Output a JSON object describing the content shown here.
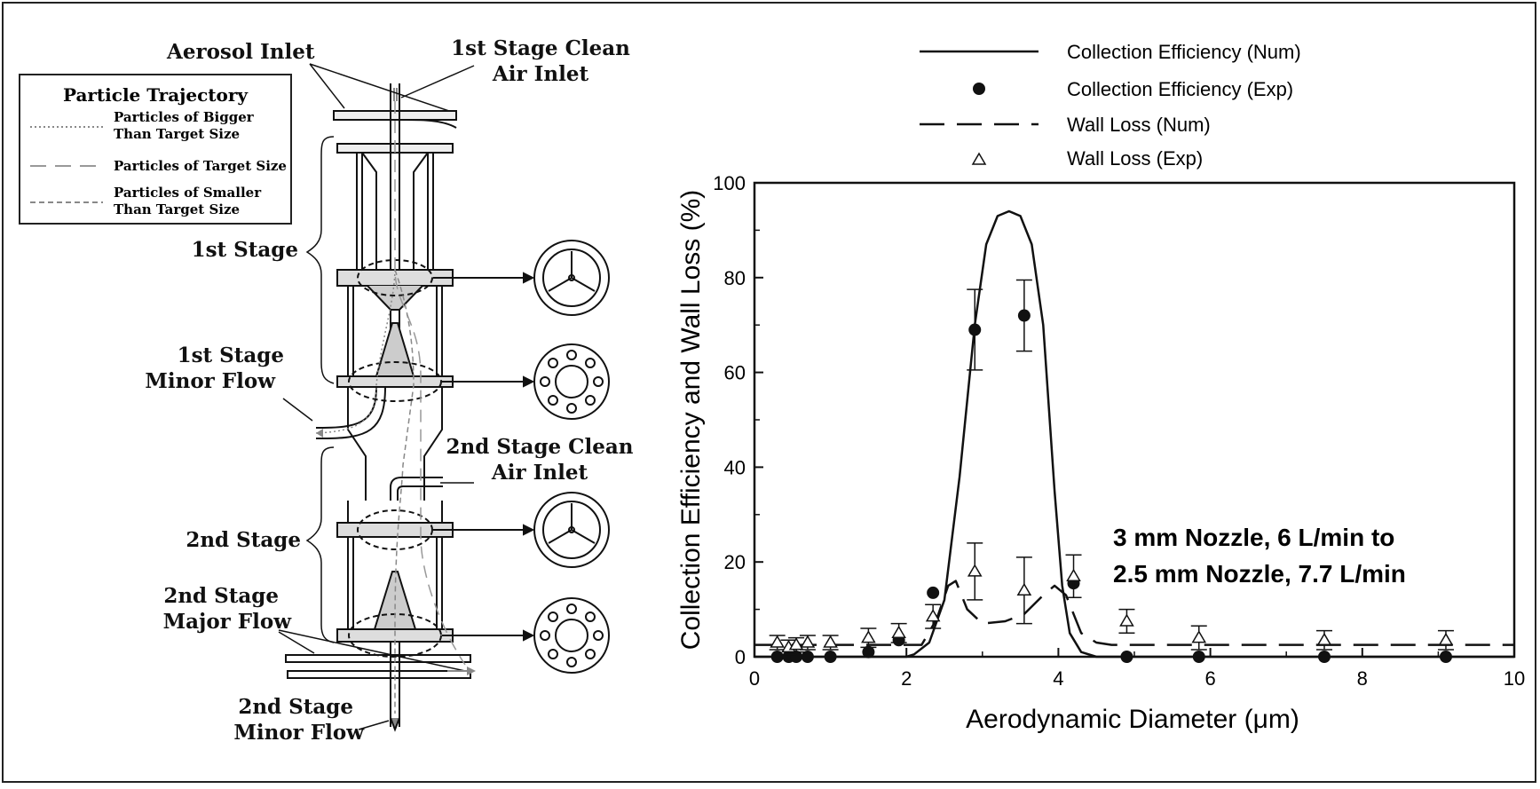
{
  "diagram": {
    "labels": {
      "aerosol_inlet": "Aerosol Inlet",
      "stage1_clean_air_1": "1st Stage Clean",
      "stage1_clean_air_2": "Air Inlet",
      "stage1": "1st Stage",
      "stage1_minor_1": "1st Stage",
      "stage1_minor_2": "Minor Flow",
      "stage2_clean_air_1": "2nd Stage Clean",
      "stage2_clean_air_2": "Air Inlet",
      "stage2": "2nd Stage",
      "stage2_major_1": "2nd Stage",
      "stage2_major_2": "Major Flow",
      "stage2_minor_1": "2nd Stage",
      "stage2_minor_2": "Minor Flow"
    },
    "legend": {
      "title": "Particle Trajectory",
      "bigger_1": "Particles of Bigger",
      "bigger_2": "Than Target Size",
      "target": "Particles of Target Size",
      "smaller_1": "Particles of Smaller",
      "smaller_2": "Than Target Size"
    },
    "icons": [
      "three-spoke-plate-icon",
      "ring-of-holes-plate-icon",
      "three-spoke-plate-icon",
      "ring-of-holes-plate-icon"
    ]
  },
  "chart_data": {
    "type": "line",
    "xlabel": "Aerodynamic Diameter (μm)",
    "ylabel": "Collection Efficiency and Wall Loss (%)",
    "xlim": [
      0,
      10
    ],
    "ylim": [
      0,
      100
    ],
    "x_ticks": [
      "0",
      "2",
      "4",
      "6",
      "8",
      "10"
    ],
    "y_ticks": [
      "0",
      "20",
      "40",
      "60",
      "80",
      "100"
    ],
    "annotation_line1": "3 mm Nozzle, 6 L/min to",
    "annotation_line2": "2.5 mm Nozzle, 7.7 L/min",
    "legend_placement": "top",
    "legend": {
      "num_eff": "Collection Efficiency (Num)",
      "exp_eff": "Collection Efficiency (Exp)",
      "num_wall": "Wall Loss (Num)",
      "exp_wall": "Wall Loss (Exp)"
    },
    "series": [
      {
        "name": "Collection Efficiency (Num)",
        "style": "solid-line",
        "points": [
          [
            0,
            0
          ],
          [
            2.0,
            0
          ],
          [
            2.1,
            0.5
          ],
          [
            2.3,
            3
          ],
          [
            2.5,
            12
          ],
          [
            2.7,
            38
          ],
          [
            2.9,
            70
          ],
          [
            3.05,
            87
          ],
          [
            3.2,
            93
          ],
          [
            3.35,
            94
          ],
          [
            3.5,
            93
          ],
          [
            3.65,
            87
          ],
          [
            3.8,
            70
          ],
          [
            3.95,
            35
          ],
          [
            4.05,
            15
          ],
          [
            4.15,
            5
          ],
          [
            4.3,
            1
          ],
          [
            4.5,
            0
          ],
          [
            10,
            0
          ]
        ]
      },
      {
        "name": "Collection Efficiency (Exp)",
        "style": "filled-circle",
        "points": [
          [
            0.3,
            0,
            0
          ],
          [
            0.45,
            0,
            0
          ],
          [
            0.55,
            0,
            0
          ],
          [
            0.7,
            0,
            0
          ],
          [
            1.0,
            0,
            0
          ],
          [
            1.5,
            1,
            0
          ],
          [
            1.9,
            3.5,
            0
          ],
          [
            2.35,
            13.5,
            0
          ],
          [
            2.9,
            69,
            8.5
          ],
          [
            3.55,
            72,
            7.5
          ],
          [
            4.2,
            15.5,
            0
          ],
          [
            4.9,
            0,
            0
          ],
          [
            5.85,
            0,
            0
          ],
          [
            7.5,
            0,
            0
          ],
          [
            9.1,
            0,
            0
          ]
        ]
      },
      {
        "name": "Wall Loss (Num)",
        "style": "dashed-line",
        "points": [
          [
            0,
            2.5
          ],
          [
            2.2,
            2.5
          ],
          [
            2.4,
            8
          ],
          [
            2.55,
            15
          ],
          [
            2.65,
            16
          ],
          [
            2.8,
            10
          ],
          [
            3.0,
            7
          ],
          [
            3.3,
            7.5
          ],
          [
            3.55,
            9
          ],
          [
            3.8,
            13
          ],
          [
            3.95,
            15
          ],
          [
            4.1,
            13
          ],
          [
            4.3,
            5
          ],
          [
            4.5,
            3
          ],
          [
            4.7,
            2.5
          ],
          [
            10,
            2.5
          ]
        ]
      },
      {
        "name": "Wall Loss (Exp)",
        "style": "open-triangle",
        "points": [
          [
            0.3,
            3,
            1.5
          ],
          [
            0.45,
            2,
            1.5
          ],
          [
            0.55,
            2.5,
            1.5
          ],
          [
            0.7,
            3,
            1.5
          ],
          [
            1.0,
            3,
            1.5
          ],
          [
            1.5,
            4,
            2
          ],
          [
            1.9,
            5,
            2
          ],
          [
            2.35,
            8.5,
            2.5
          ],
          [
            2.9,
            18,
            6
          ],
          [
            3.55,
            14,
            7
          ],
          [
            4.2,
            17,
            4.5
          ],
          [
            4.9,
            7.5,
            2.5
          ],
          [
            5.85,
            4,
            2.5
          ],
          [
            7.5,
            3.5,
            2
          ],
          [
            9.1,
            3.5,
            2
          ]
        ]
      }
    ]
  }
}
